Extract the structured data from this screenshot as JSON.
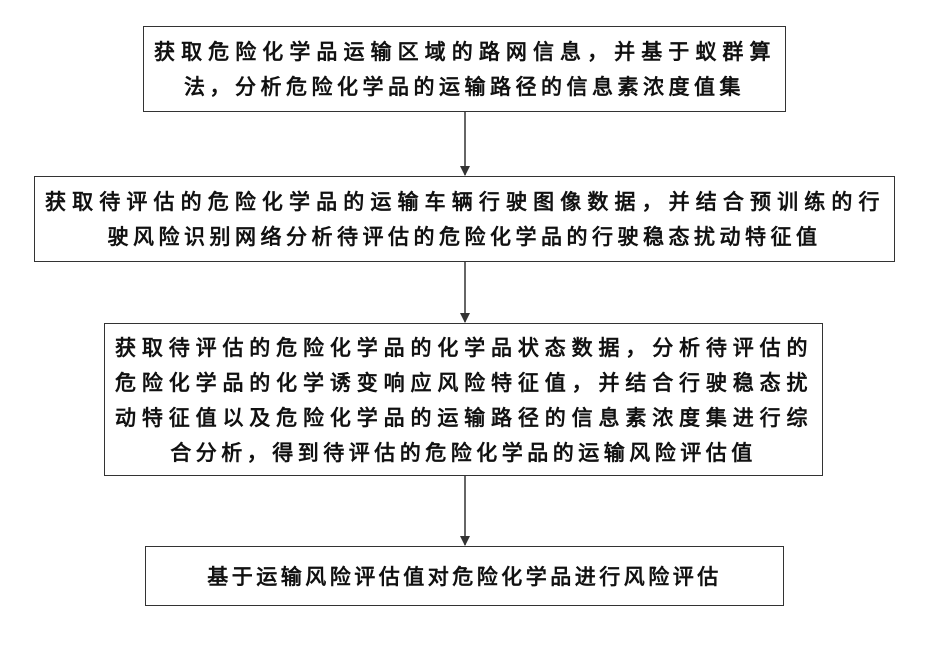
{
  "flowchart": {
    "steps": [
      {
        "lines": [
          "获取危险化学品运输区域的路网信息，并基于蚁群算",
          "法，分析危险化学品的运输路径的信息素浓度值集"
        ]
      },
      {
        "lines": [
          "获取待评估的危险化学品的运输车辆行驶图像数据，并结合预训练的行",
          "驶风险识别网络分析待评估的危险化学品的行驶稳态扰动特征值"
        ]
      },
      {
        "lines": [
          "获取待评估的危险化学品的化学品状态数据，分析待评估的",
          "危险化学品的化学诱变响应风险特征值，并结合行驶稳态扰",
          "动特征值以及危险化学品的运输路径的信息素浓度集进行综",
          "合分析，得到待评估的危险化学品的运输风险评估值"
        ]
      },
      {
        "lines": [
          "基于运输风险评估值对危险化学品进行风险评估"
        ]
      }
    ]
  }
}
